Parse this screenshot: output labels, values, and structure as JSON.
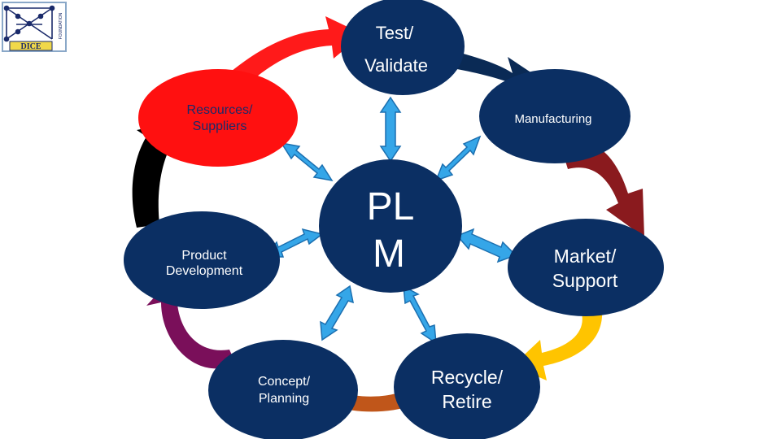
{
  "logo": {
    "text": "DICE",
    "side_text": "FOUNDATION",
    "icon": "dice-foundation-logo"
  },
  "center": {
    "line1": "PL",
    "line2": "M"
  },
  "stages": {
    "test_validate": {
      "lines": [
        "Test/",
        "Validate"
      ]
    },
    "manufacturing": {
      "lines": [
        "Manufacturing"
      ]
    },
    "market_support": {
      "lines": [
        "Market/",
        "Support"
      ]
    },
    "recycle_retire": {
      "lines": [
        "Recycle/",
        "Retire"
      ]
    },
    "concept_planning": {
      "lines": [
        "Concept/",
        "Planning"
      ]
    },
    "product_development": {
      "lines": [
        "Product",
        "Development"
      ]
    },
    "resources_suppliers": {
      "lines": [
        "Resources/",
        "Suppliers"
      ]
    }
  },
  "colors": {
    "node": "#0b2f63",
    "resources_node": "#ff1010",
    "spoke": "#35a6e8",
    "arrow_test_to_manufacturing": "#0a2a55",
    "arrow_manufacturing_to_market": "#8a1a1e",
    "arrow_market_to_recycle": "#ffc400",
    "arrow_recycle_to_concept": "#c0561a",
    "arrow_concept_to_product": "#7a0f5a",
    "arrow_product_to_resources": "#000000",
    "arrow_resources_to_test": "#ff1a1a"
  }
}
